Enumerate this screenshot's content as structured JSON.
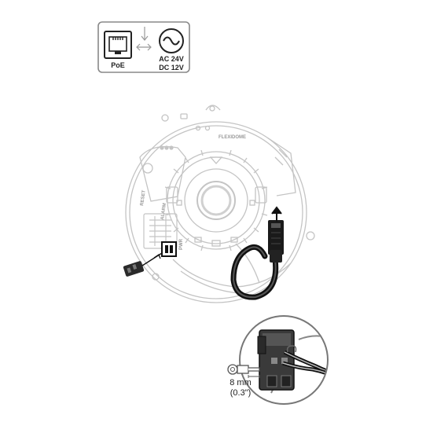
{
  "power_panel": {
    "poe_label": "PoE",
    "ac_label": "AC 24V",
    "dc_label": "DC 12V",
    "poe_icon": "ethernet-port-icon",
    "exchange_icon": "bidirectional-arrow-icon",
    "ac_icon": "alternating-current-icon"
  },
  "device": {
    "reset_label": "RESET",
    "alarm_label": "ALARM",
    "power_label": "PWR",
    "model_label": "FLEXIDOME"
  },
  "inset": {
    "strip_length": "8 mm",
    "strip_length_imperial": "(0.3\")"
  }
}
